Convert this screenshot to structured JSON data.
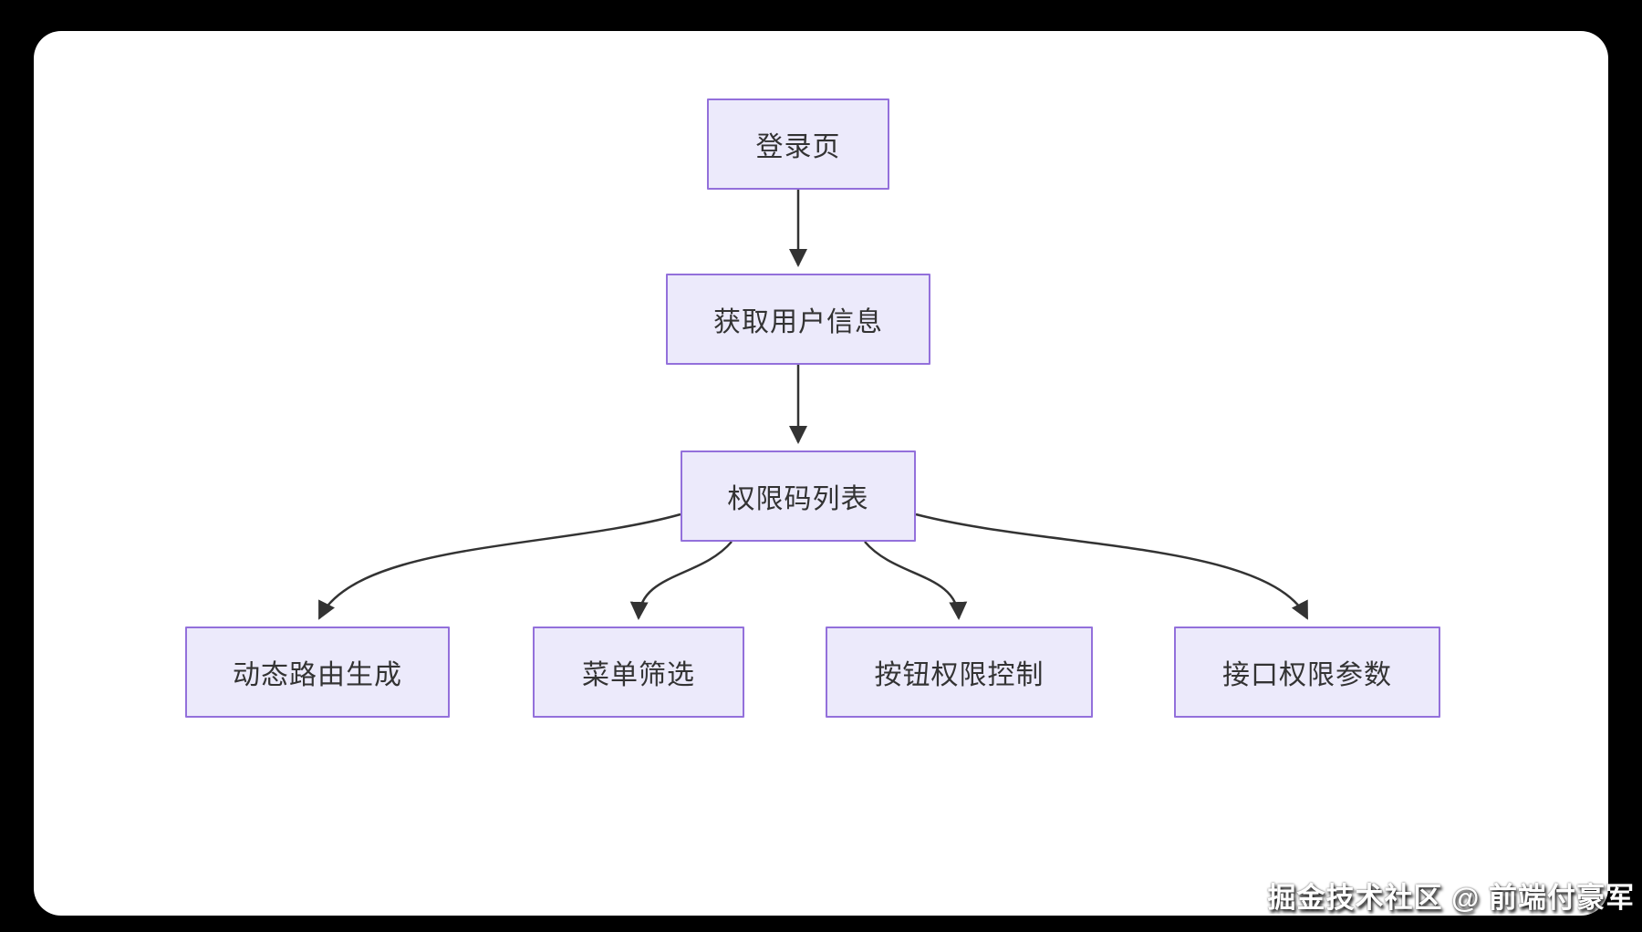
{
  "diagram": {
    "type": "flowchart-top-down",
    "nodes": [
      {
        "id": "login-page",
        "label": "登录页"
      },
      {
        "id": "get-user-info",
        "label": "获取用户信息"
      },
      {
        "id": "permission-code-list",
        "label": "权限码列表"
      },
      {
        "id": "dynamic-route-generation",
        "label": "动态路由生成"
      },
      {
        "id": "menu-filtering",
        "label": "菜单筛选"
      },
      {
        "id": "button-permission-control",
        "label": "按钮权限控制"
      },
      {
        "id": "api-permission-params",
        "label": "接口权限参数"
      }
    ],
    "edges": [
      {
        "from": "登录页",
        "to": "获取用户信息"
      },
      {
        "from": "获取用户信息",
        "to": "权限码列表"
      },
      {
        "from": "权限码列表",
        "to": "动态路由生成"
      },
      {
        "from": "权限码列表",
        "to": "菜单筛选"
      },
      {
        "from": "权限码列表",
        "to": "按钮权限控制"
      },
      {
        "from": "权限码列表",
        "to": "接口权限参数"
      }
    ],
    "colors": {
      "node_fill": "#ECEAFB",
      "node_border": "#9370DB",
      "edge_line": "#333333",
      "node_text": "#333333",
      "canvas": "#FFFFFF",
      "page_background": "#000000"
    }
  },
  "watermark": {
    "text": "掘金技术社区 @ 前端付豪军"
  }
}
